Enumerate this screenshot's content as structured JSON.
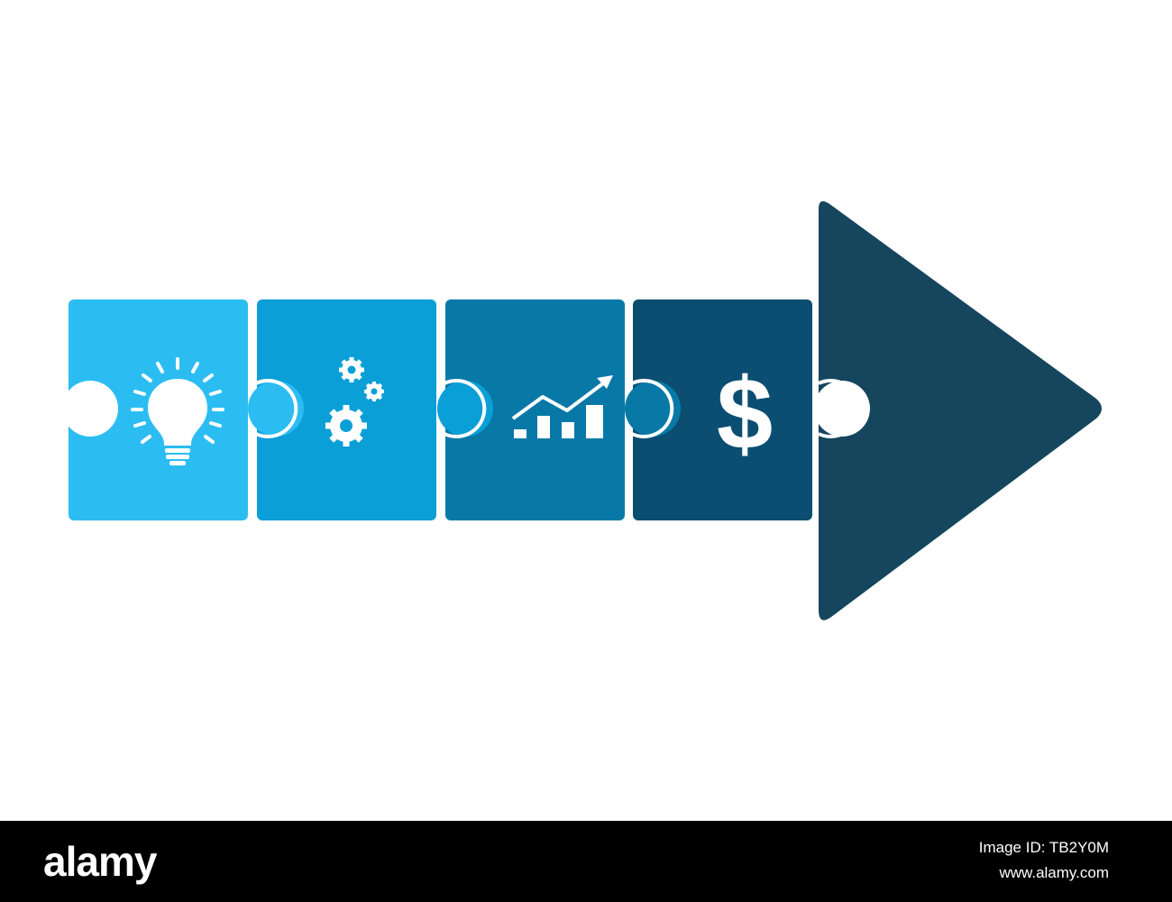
{
  "diagram": {
    "pieces": [
      {
        "id": "idea",
        "icon": "lightbulb-icon",
        "color": "#2BBDF2"
      },
      {
        "id": "process",
        "icon": "gears-icon",
        "color": "#0B9FD8"
      },
      {
        "id": "growth",
        "icon": "growth-chart-icon",
        "color": "#0879A7"
      },
      {
        "id": "profit",
        "icon": "dollar-icon",
        "color": "#0C4E71"
      }
    ],
    "arrow_head": {
      "color": "#16455E"
    },
    "dollar_glyph": "$"
  },
  "watermark": {
    "brand": "alamy",
    "image_id": "Image ID: TB2Y0M",
    "url": "www.alamy.com"
  }
}
